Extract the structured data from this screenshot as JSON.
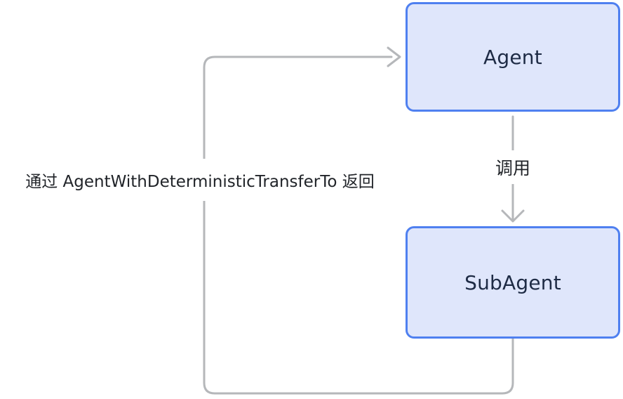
{
  "diagram": {
    "nodes": {
      "agent": {
        "label": "Agent"
      },
      "subagent": {
        "label": "SubAgent"
      }
    },
    "edges": {
      "call": {
        "label": "调用"
      },
      "return": {
        "label": "通过 AgentWithDeterministicTransferTo 返回"
      }
    },
    "colors": {
      "background": "#ffffff",
      "node_fill": "#dfe6fb",
      "node_border": "#4f80f0",
      "node_text": "#1e2b45",
      "edge_line": "#b5b7ba",
      "edge_label_text": "#212429"
    }
  }
}
